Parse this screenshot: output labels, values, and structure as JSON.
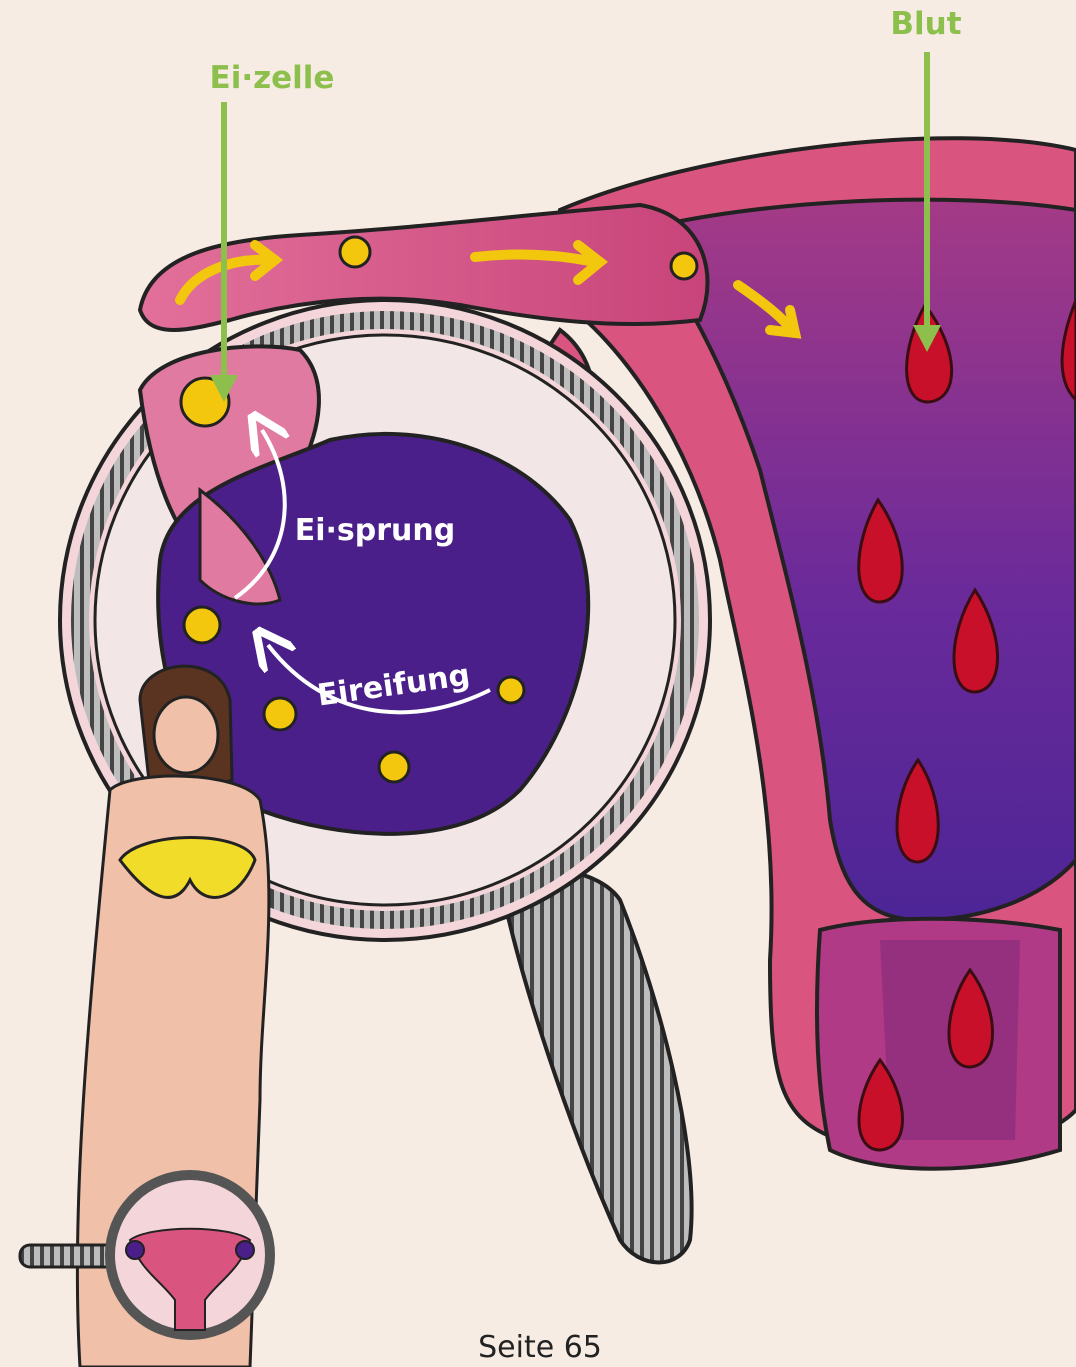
{
  "labels": {
    "egg_cell": "Ei·zelle",
    "blood": "Blut",
    "ovulation": "Ei·sprung",
    "egg_maturation": "Eireifung"
  },
  "page_number": "Seite 65",
  "colors": {
    "background": "#f7ece3",
    "label_green": "#8cbf4b",
    "uterus_pink": "#d9557f",
    "uterus_magenta": "#a93577",
    "ovary_purple": "#4a1f8a",
    "egg_yellow": "#f2c70d",
    "blood_red": "#c9102b",
    "skin": "#f0c0a8",
    "bikini_yellow": "#f2dc2a",
    "hair_brown": "#5a3420",
    "magnifier_grey": "#9a9a9a"
  },
  "icons": [
    "magnifying-glass-icon",
    "blood-drop-icon",
    "egg-cell-icon",
    "arrow-icon",
    "woman-figure-icon"
  ]
}
